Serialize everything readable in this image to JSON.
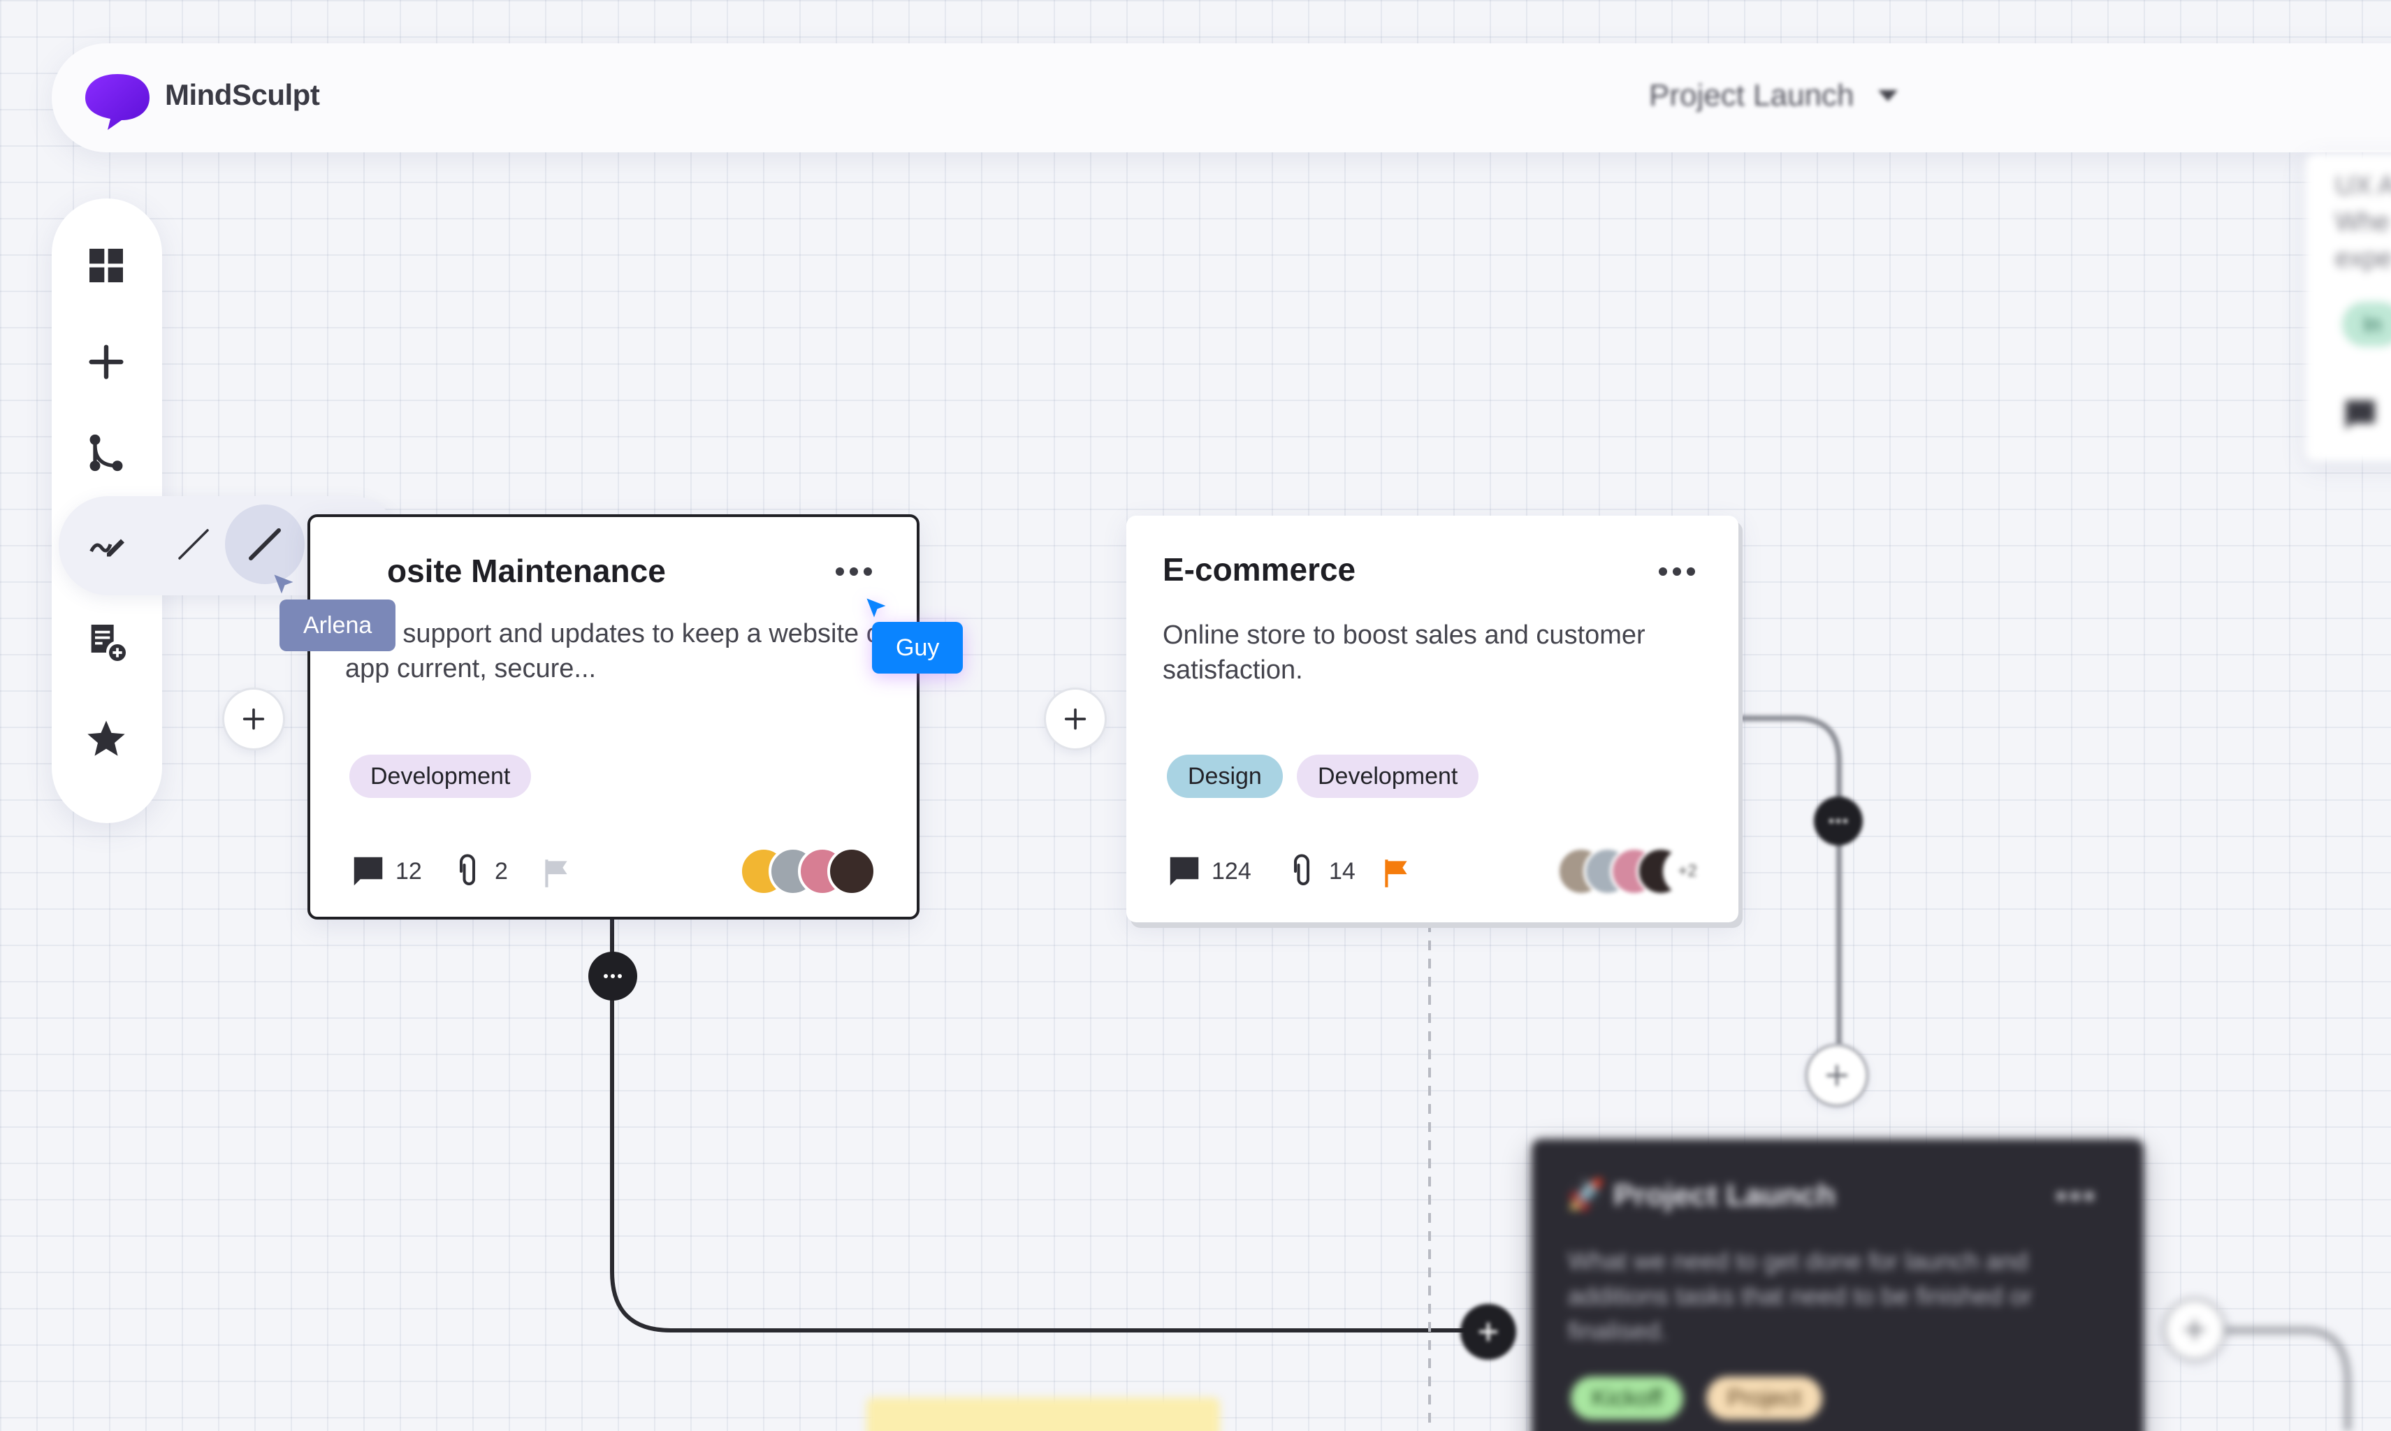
{
  "app": {
    "name": "MindSculpt"
  },
  "header": {
    "project_selector": "Project Launch"
  },
  "toolbar": {
    "items": [
      "grid-icon",
      "plus-icon",
      "flow-icon",
      "pen-draw-icon",
      "add-note-icon",
      "favorite-icon"
    ],
    "pen_options": [
      "thin-line",
      "medium-line",
      "thick-line"
    ]
  },
  "cursors": [
    {
      "name": "Arlena",
      "color": "#7b88b8"
    },
    {
      "name": "Guy",
      "color": "#0a84ff"
    }
  ],
  "cards": [
    {
      "title": "osite Maintenance",
      "description": "oing support and updates to keep a website or app current, secure...",
      "tags": [
        "Development"
      ],
      "comments": "12",
      "attachments": "2",
      "flag_color": "#c9ccd4"
    },
    {
      "title": "E-commerce",
      "description": "Online store to boost sales and customer satisfaction.",
      "tags": [
        "Design",
        "Development"
      ],
      "comments": "124",
      "attachments": "14",
      "flag_color": "#f57c0c",
      "extra_members": "+2"
    },
    {
      "title": "🚀 Project Launch",
      "description": "What we need to get done for launch and additions tasks that need to be finished or finalised.",
      "tags": [
        "Kickoff",
        "Project"
      ]
    }
  ],
  "partial_card": {
    "lines": [
      "UX A",
      "Whe",
      "expe"
    ],
    "status": "In"
  },
  "colors": {
    "brand": "#7a1cf0",
    "accent_blue": "#0a84ff",
    "flag_orange": "#f57c0c",
    "tag_dev": "#ebe0f5",
    "tag_design": "#a9d3e3"
  }
}
